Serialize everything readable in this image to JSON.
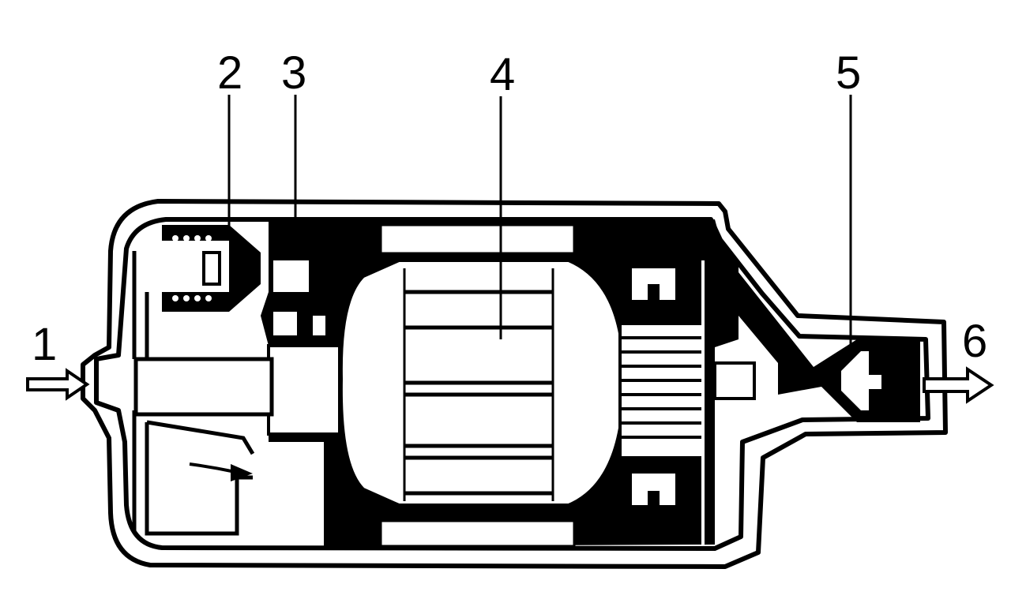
{
  "diagram": {
    "labels": [
      "1",
      "2",
      "3",
      "4",
      "5",
      "6"
    ],
    "colors": {
      "ink": "#000000",
      "paper": "#ffffff"
    }
  }
}
